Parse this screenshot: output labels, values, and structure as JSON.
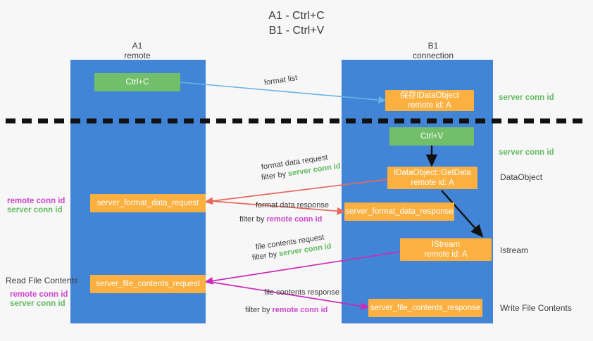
{
  "title": {
    "line1": "A1 - Ctrl+C",
    "line2": "B1 - Ctrl+V"
  },
  "columns": [
    {
      "name": "A1",
      "role": "remote"
    },
    {
      "name": "B1",
      "role": "connection"
    }
  ],
  "nodes": {
    "ctrl_c": {
      "label": "Ctrl+C"
    },
    "ctrl_v": {
      "label": "Ctrl+V"
    },
    "save_idataobject": {
      "line1": "保存IDataObject",
      "line2": "remote id: A"
    },
    "getdata": {
      "line1": "IDataObject::GetData",
      "line2": "remote id: A"
    },
    "istream": {
      "line1": "IStream",
      "line2": "remote id: A"
    },
    "server_format_data_request": {
      "label": "server_format_data_request"
    },
    "server_format_data_response": {
      "label": "server_format_data_response"
    },
    "server_file_contents_request": {
      "label": "server_file_contents_request"
    },
    "server_file_contents_response": {
      "label": "server_file_contents_response"
    }
  },
  "arrow_captions": {
    "format_list": "format list",
    "format_data_request": "format data request",
    "format_data_request_filter_prefix": "filter by ",
    "format_data_request_filter_value": "server conn id",
    "format_data_response": "format data response",
    "format_data_response_filter_prefix": "filter by ",
    "format_data_response_filter_value": "remote conn id",
    "file_contents_request": "file contents request",
    "file_contents_request_filter_prefix": "filter by ",
    "file_contents_request_filter_value": "server conn id",
    "file_contents_response": "file contents response",
    "file_contents_response_filter_prefix": "filter by ",
    "file_contents_response_filter_value": "remote conn id"
  },
  "right_labels": {
    "server_conn_id_top": "server conn id",
    "server_conn_id_mid": "server conn id",
    "dataobject": "DataObject",
    "istream": "Istream",
    "write_file_contents": "Write File Contents"
  },
  "left_labels": {
    "remote_conn_id_mid": "remote conn id",
    "server_conn_id_mid": "server conn id",
    "read_file_contents": "Read File Contents",
    "remote_conn_id_bottom": "remote conn id",
    "server_conn_id_bottom": "server conn id"
  },
  "colors": {
    "lane": "#4285d6",
    "green_node": "#72bf6a",
    "orange_node": "#fbb040",
    "server_conn_id": "#63bb62",
    "remote_conn_id": "#cc46cc",
    "arrow_red": "#e8685c",
    "arrow_magenta": "#cc2bb8",
    "arrow_blue": "#69b3e7",
    "arrow_black": "#111111",
    "background": "#f7f7f7"
  }
}
